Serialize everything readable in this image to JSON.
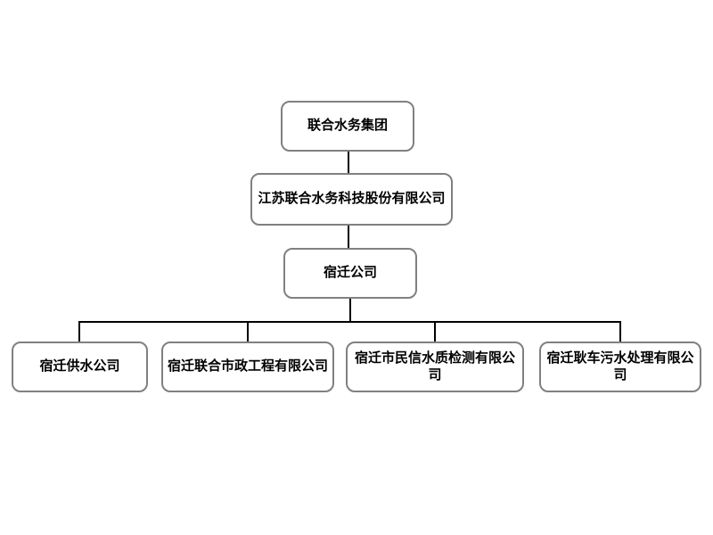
{
  "org_chart": {
    "nodes": {
      "root": {
        "label": "联合水务集团"
      },
      "parent": {
        "label": "江苏联合水务科技股份有限公司"
      },
      "regional": {
        "label": "宿迁公司"
      },
      "sub1": {
        "label": "宿迁供水公司"
      },
      "sub2": {
        "label": "宿迁联合市政工程有限公司"
      },
      "sub3": {
        "label": "宿迁市民信水质检测有限公司"
      },
      "sub4": {
        "label": "宿迁耿车污水处理有限公司"
      }
    },
    "colors": {
      "background": "#ffffff",
      "node_fill": "#ffffff",
      "node_border": "#808080",
      "connector": "#000000",
      "text": "#000000"
    }
  }
}
